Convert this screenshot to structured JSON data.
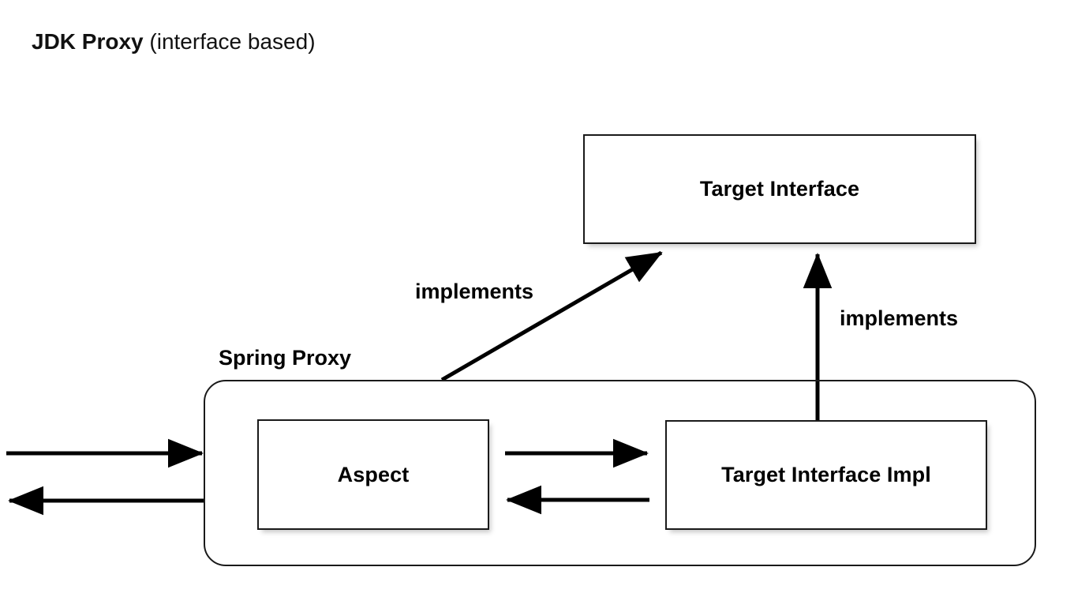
{
  "title": {
    "strong": "JDK Proxy",
    "normal": " (interface based)"
  },
  "nodes": {
    "target_interface": {
      "label": "Target Interface"
    },
    "aspect": {
      "label": "Aspect"
    },
    "target_impl": {
      "label": "Target Interface Impl"
    }
  },
  "container": {
    "spring_proxy_label": "Spring Proxy"
  },
  "edges": {
    "implements_proxy": {
      "label": "implements"
    },
    "implements_impl": {
      "label": "implements"
    }
  },
  "colors": {
    "stroke": "#1a1a1a",
    "text": "#000000",
    "background": "#ffffff"
  }
}
